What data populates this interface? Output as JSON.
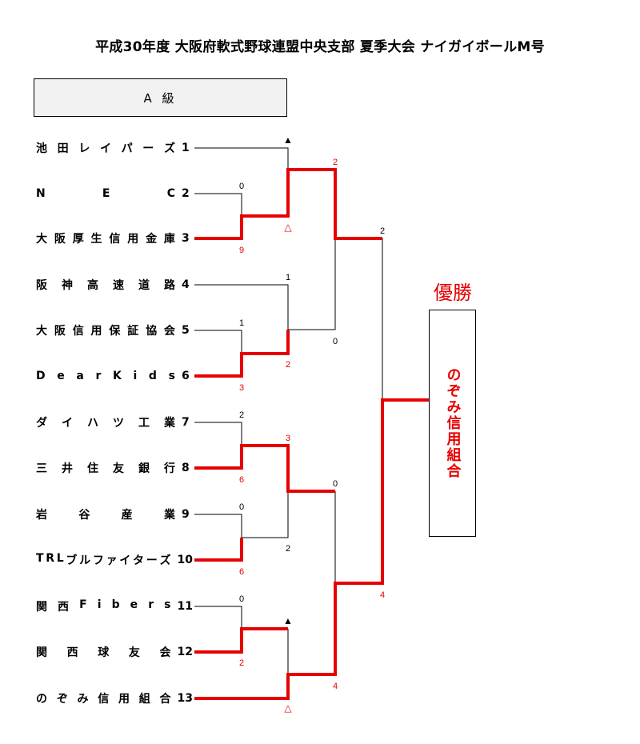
{
  "title": "平成30年度 大阪府軟式野球連盟中央支部 夏季大会 ナイガイボールM号",
  "class_label": "A 級",
  "teams": [
    {
      "name": "池田レイパーズ",
      "num": "1"
    },
    {
      "name": "NEC",
      "num": "2"
    },
    {
      "name": "大阪厚生信用金庫",
      "num": "3"
    },
    {
      "name": "阪神高速道路",
      "num": "4"
    },
    {
      "name": "大阪信用保証協会",
      "num": "5"
    },
    {
      "name": "Dear Kids",
      "num": "6"
    },
    {
      "name": "ダイハツ工業",
      "num": "7"
    },
    {
      "name": "三井住友銀行",
      "num": "8"
    },
    {
      "name": "岩谷産業",
      "num": "9"
    },
    {
      "name": "TRLブルファイターズ",
      "num": "10"
    },
    {
      "name": "関西Fibers",
      "num": "11"
    },
    {
      "name": "関西球友会",
      "num": "12"
    },
    {
      "name": "のぞみ信用組合",
      "num": "13"
    }
  ],
  "scores": {
    "r1_nec": "0",
    "r1_osaka_kosei": "9",
    "r1_daishin": "1",
    "r1_dear": "3",
    "r1_daihatsu": "2",
    "r1_mitsui": "6",
    "r1_iwatani": "0",
    "r1_trl": "6",
    "r1_kansai_fibers": "0",
    "r1_kansai_kyuyu": "2",
    "r2_ikeda_mark": "▲",
    "r2_osaka_kosei_mark": "△",
    "r2_hanshin": "1",
    "r2_dear": "2",
    "r2_mitsui": "3",
    "r2_trl": "2",
    "r2_kansai_kyuyu_mark": "▲",
    "r2_nozomi_mark": "△",
    "qf_osaka_kosei": "2",
    "qf_dear": "0",
    "qf_mitsui": "0",
    "qf_nozomi": "4",
    "sf_osaka_kosei": "2",
    "sf_nozomi": "4"
  },
  "winner_label": "優勝",
  "champion": "のぞみ信用組合",
  "colors": {
    "win_line": "#e60000",
    "line": "#000000"
  }
}
